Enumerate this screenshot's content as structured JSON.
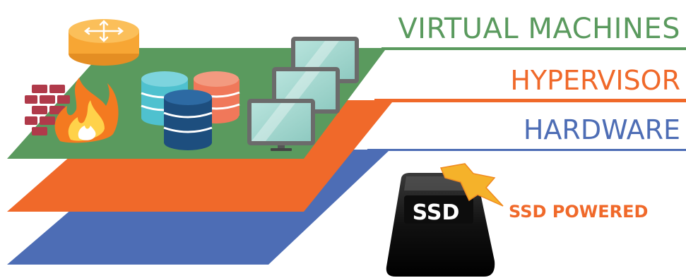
{
  "layers": {
    "virtual_machines": {
      "label": "VIRTUAL MACHINES",
      "color": "#5a9a5e"
    },
    "hypervisor": {
      "label": "HYPERVISOR",
      "color": "#f0692a"
    },
    "hardware": {
      "label": "HARDWARE",
      "color": "#4d6db5"
    }
  },
  "ssd": {
    "chip_label": "SSD",
    "caption": "SSD POWERED",
    "caption_color": "#f0692a",
    "bolt_color": "#f5b22a"
  },
  "icons": [
    "router-icon",
    "firewall-icon",
    "database-icon",
    "monitor-icon",
    "ssd-drive-icon",
    "lightning-bolt-icon"
  ],
  "colors": {
    "router": "#f7a634",
    "firewall_brick": "#b03a4a",
    "flame": "#f47a20",
    "db_teal": "#4fc1cf",
    "db_coral": "#f0785a",
    "db_navy": "#1d4e7e",
    "monitor_frame": "#6b6b6b",
    "monitor_screen": "#a8d8d0"
  }
}
